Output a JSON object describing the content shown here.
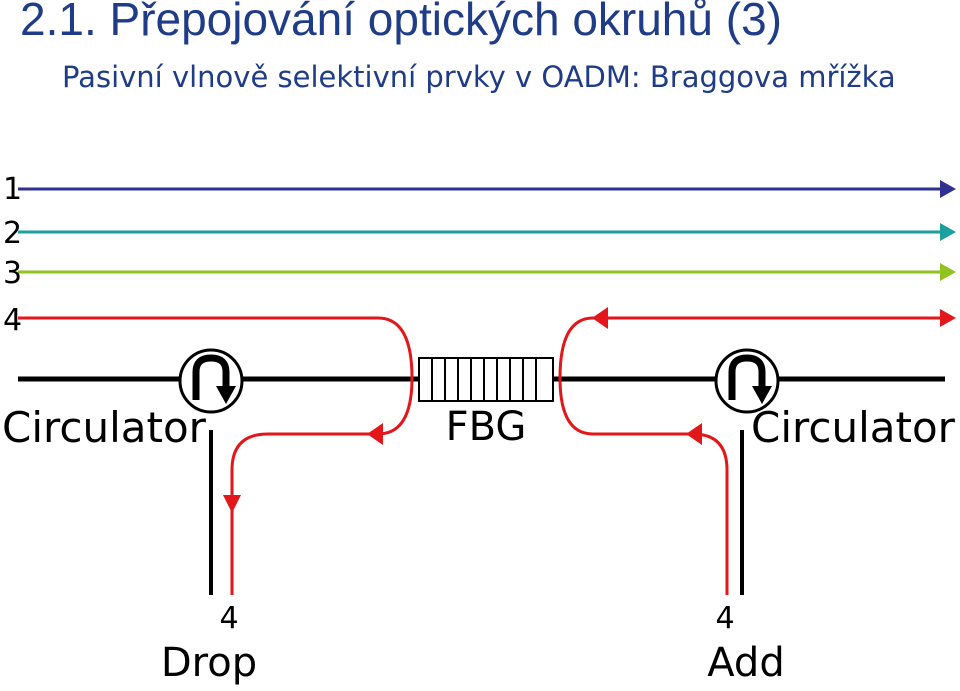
{
  "slide": {
    "title": "2.1. Přepojování optických okruhů (3)",
    "subtitle": "Pasivní vlnově selektivní prvky v OADM: Braggova mřížka"
  },
  "diagram": {
    "channels": [
      {
        "label": "1",
        "color": "#2e3192"
      },
      {
        "label": "2",
        "color": "#1a9e9e"
      },
      {
        "label": "3",
        "color": "#8fc31f"
      },
      {
        "label": "4",
        "color": "#e3161a"
      }
    ],
    "left_circulator": "Circulator",
    "right_circulator": "Circulator",
    "fbg_label": "FBG",
    "drop": {
      "channel": "4",
      "label": "Drop"
    },
    "add": {
      "channel": "4",
      "label": "Add"
    }
  }
}
